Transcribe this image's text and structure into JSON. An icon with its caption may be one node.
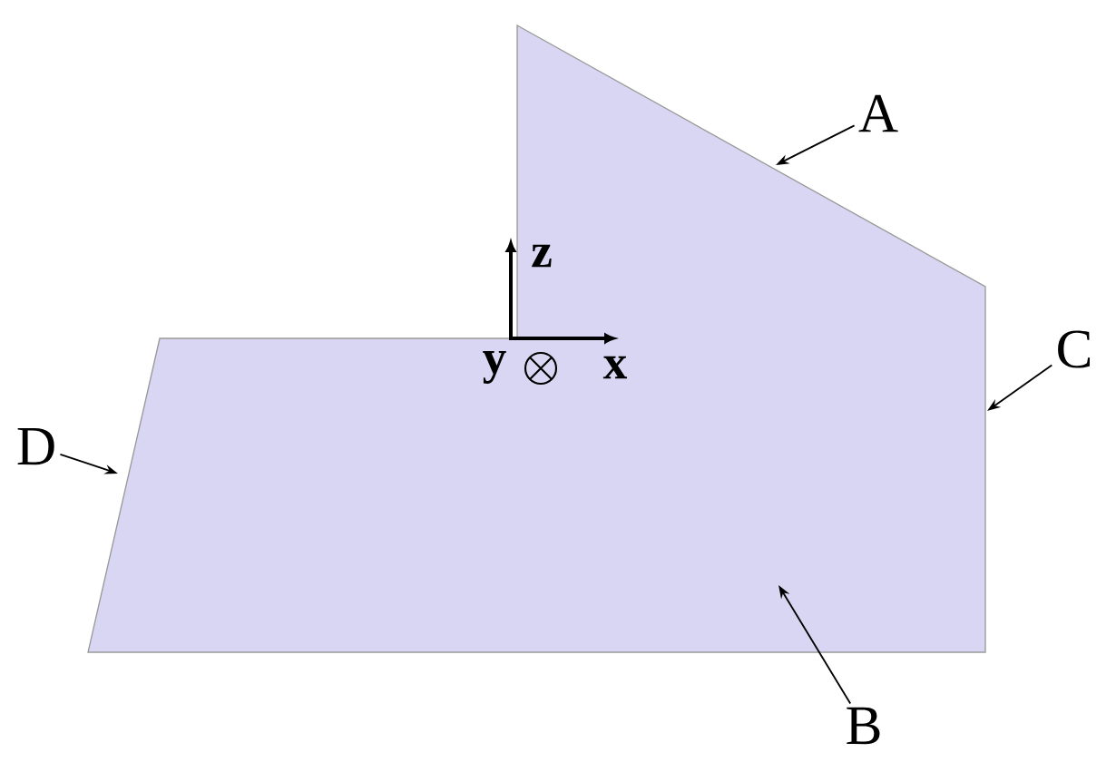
{
  "diagram": {
    "nodes": [
      {
        "text": [
          "A"
        ]
      },
      {
        "text": [
          "C"
        ]
      },
      {
        "text": [
          "D"
        ]
      },
      {
        "text": [
          "B"
        ]
      }
    ],
    "edges": [
      {
        "from": 0,
        "to": null,
        "arrow": "to"
      },
      {
        "from": 1,
        "to": null,
        "arrow": "to"
      },
      {
        "from": 2,
        "to": null,
        "arrow": "to"
      },
      {
        "from": 3,
        "to": null,
        "arrow": "to"
      }
    ],
    "labels": [
      "z",
      "y",
      "x"
    ]
  }
}
